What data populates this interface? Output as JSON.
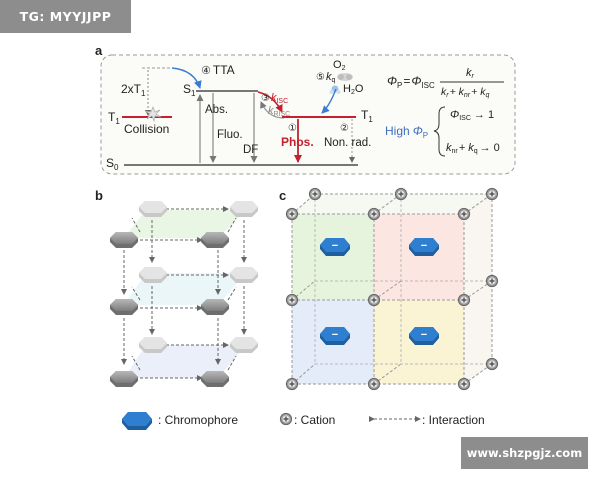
{
  "watermark_top": "TG: MYYJJPP",
  "watermark_bottom": "www.shzpgjz.com",
  "panel_a": {
    "letter": "a",
    "t1_left": "T",
    "t1_left_sub": "1",
    "energy_gap": "2xT",
    "energy_gap_sub": "1",
    "collision": "Collision",
    "tta_num": "④",
    "tta": "TTA",
    "s1": "S",
    "s1_sub": "1",
    "abs": "Abs.",
    "fluo": "Fluo.",
    "df": "DF",
    "s0": "S",
    "s0_sub": "0",
    "isc_num": "③",
    "k_isc": "k",
    "k_isc_sub": "ISC",
    "k_risc": "k",
    "k_risc_sub": "RISC",
    "kq_num": "⑤",
    "kq": "k",
    "kq_sub": "q",
    "o2": "O",
    "o2_sub": "2",
    "h2o": "H",
    "h2o_sub": "2",
    "h2o_tail": "O",
    "t1_right": "T",
    "t1_right_sub": "1",
    "phos_num": "①",
    "phos": "Phos.",
    "nonrad_num": "②",
    "nonrad": "Non. rad.",
    "eq_lhs": "Φ",
    "eq_lhs_sub": "P",
    "eq_eq": "=",
    "eq_phi_isc": "Φ",
    "eq_phi_isc_sub": "ISC",
    "eq_num": "k",
    "eq_num_sub": "r",
    "eq_den_1": "k",
    "eq_den_1_sub": "r",
    "eq_den_2": "+ k",
    "eq_den_2_sub": "nr",
    "eq_den_3": "+ k",
    "eq_den_3_sub": "q",
    "high": "High",
    "high_phi": "Φ",
    "high_phi_sub": "P",
    "cond1": "Φ",
    "cond1_sub": "ISC",
    "cond1_tail": "→ 1",
    "cond2a": "k",
    "cond2a_sub": "nr",
    "cond2b": "+ k",
    "cond2b_sub": "q",
    "cond2_tail": "→ 0"
  },
  "panel_b": {
    "letter": "b"
  },
  "panel_c": {
    "letter": "c",
    "chromophore_mark": "−",
    "cation_mark": "+"
  },
  "legend": {
    "chromophore": ": Chromophore",
    "cation": ": Cation",
    "interaction": ": Interaction"
  },
  "colors": {
    "chromophore": "#2e7fcf",
    "t1_line": "#c4202d",
    "phos": "#c4202d",
    "tta_arrow": "#3b7ed0",
    "high_text": "#3f6fbf",
    "green_tint": "#d8eecd",
    "red_tint": "#f9d8d2",
    "blue_tint": "#d8e2f6",
    "yellow_tint": "#f8efc6"
  }
}
